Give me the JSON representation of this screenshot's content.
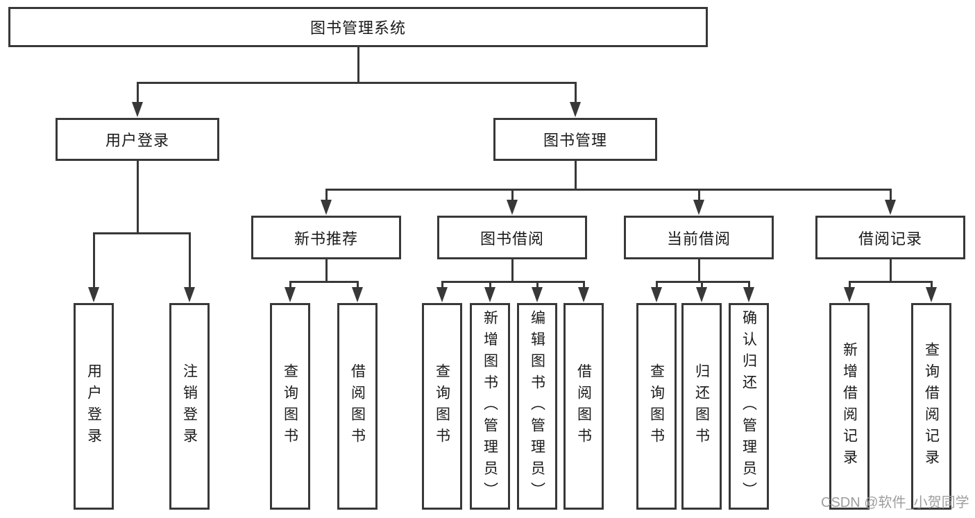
{
  "colors": {
    "line": "#383838",
    "text": "#1a1a1a",
    "background": "#ffffff",
    "watermark": "#9e9e9e"
  },
  "watermark": "CSDN @软件_小贺同学",
  "nodes": {
    "root": "图书管理系统",
    "user_login": "用户登录",
    "book_mgmt": "图书管理",
    "new_book_rec": "新书推荐",
    "book_borrow": "图书借阅",
    "current_borrow": "当前借阅",
    "borrow_record": "借阅记录"
  },
  "leaves": {
    "user_login": [
      "用户登录",
      "注销登录"
    ],
    "new_book_rec": [
      "查询图书",
      "借阅图书"
    ],
    "book_borrow": [
      "查询图书",
      "新增图书（管理员）",
      "编辑图书（管理员）",
      "借阅图书"
    ],
    "current_borrow": [
      "查询图书",
      "归还图书",
      "确认归还（管理员）"
    ],
    "borrow_record": [
      "新增借阅记录",
      "查询借阅记录"
    ]
  }
}
